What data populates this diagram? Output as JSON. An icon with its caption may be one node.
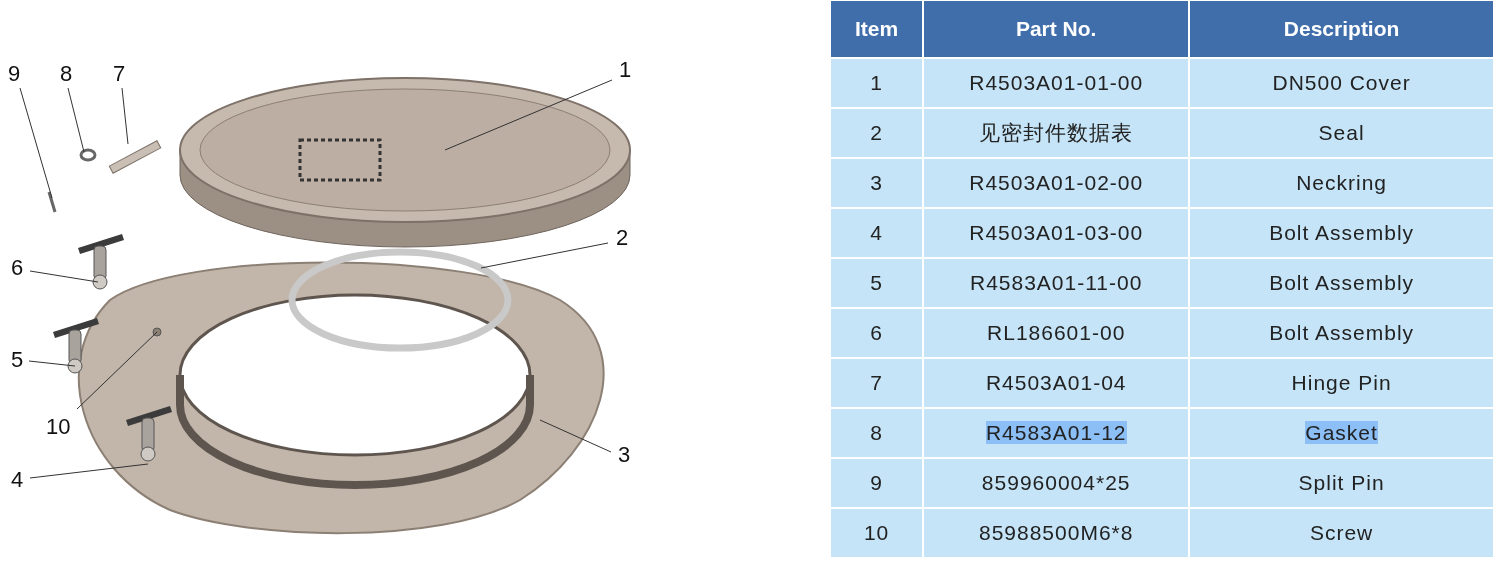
{
  "diagram": {
    "nodes": [
      {
        "text": [
          "9"
        ]
      },
      {
        "text": [
          "8"
        ]
      },
      {
        "text": [
          "7"
        ]
      },
      {
        "text": [
          "1"
        ]
      },
      {
        "text": [
          "2"
        ]
      },
      {
        "text": [
          "6"
        ]
      },
      {
        "text": [
          "5"
        ]
      },
      {
        "text": [
          "10"
        ]
      },
      {
        "text": [
          "3"
        ]
      },
      {
        "text": [
          "4"
        ]
      },
      {
        "text": [],
        "shape": "picture"
      },
      {
        "text": [],
        "shape": "circle"
      },
      {
        "text": [],
        "shape": "bar"
      },
      {
        "text": [],
        "shape": "picture"
      },
      {
        "text": [],
        "shape": "circle"
      },
      {
        "text": [],
        "shape": "picture"
      },
      {
        "text": [],
        "shape": "picture"
      },
      {
        "text": [],
        "shape": "circle",
        "in": 18
      },
      {
        "text": [],
        "shape": "picture"
      },
      {
        "text": [],
        "shape": "picture",
        "in": 18
      }
    ],
    "edges": [
      {
        "from": 0,
        "to": 10,
        "arrow": "none"
      },
      {
        "from": 1,
        "to": 11,
        "arrow": "none"
      },
      {
        "from": 2,
        "to": 12,
        "arrow": "none"
      },
      {
        "from": 3,
        "to": 13,
        "arrow": "none"
      },
      {
        "from": 4,
        "to": 14,
        "arrow": "none"
      },
      {
        "from": 5,
        "to": 15,
        "arrow": "none"
      },
      {
        "from": 6,
        "to": 16,
        "arrow": "none"
      },
      {
        "from": 7,
        "to": 17,
        "arrow": "none"
      },
      {
        "from": 8,
        "to": 18,
        "arrow": "none"
      },
      {
        "from": 9,
        "to": 19,
        "arrow": "none"
      }
    ],
    "labels": [
      "Item",
      "Part No.",
      "Description",
      "1",
      "R4503A01-01-00",
      "DN500 Cover",
      "2",
      "见密封件数据表",
      "Seal",
      "3",
      "R4503A01-02-00",
      "Neckring",
      "4",
      "R4503A01-03-00",
      "Bolt Assembly",
      "5",
      "R4583A01-11-00",
      "Bolt Assembly",
      "6",
      "RL186601-00",
      "Bolt Assembly",
      "7",
      "R4503A01-04",
      "Hinge Pin",
      "8",
      "R4583A01-12",
      "Gasket",
      "9",
      "859960004*25",
      "Split Pin",
      "10",
      "85988500M6*8",
      "Screw"
    ]
  }
}
